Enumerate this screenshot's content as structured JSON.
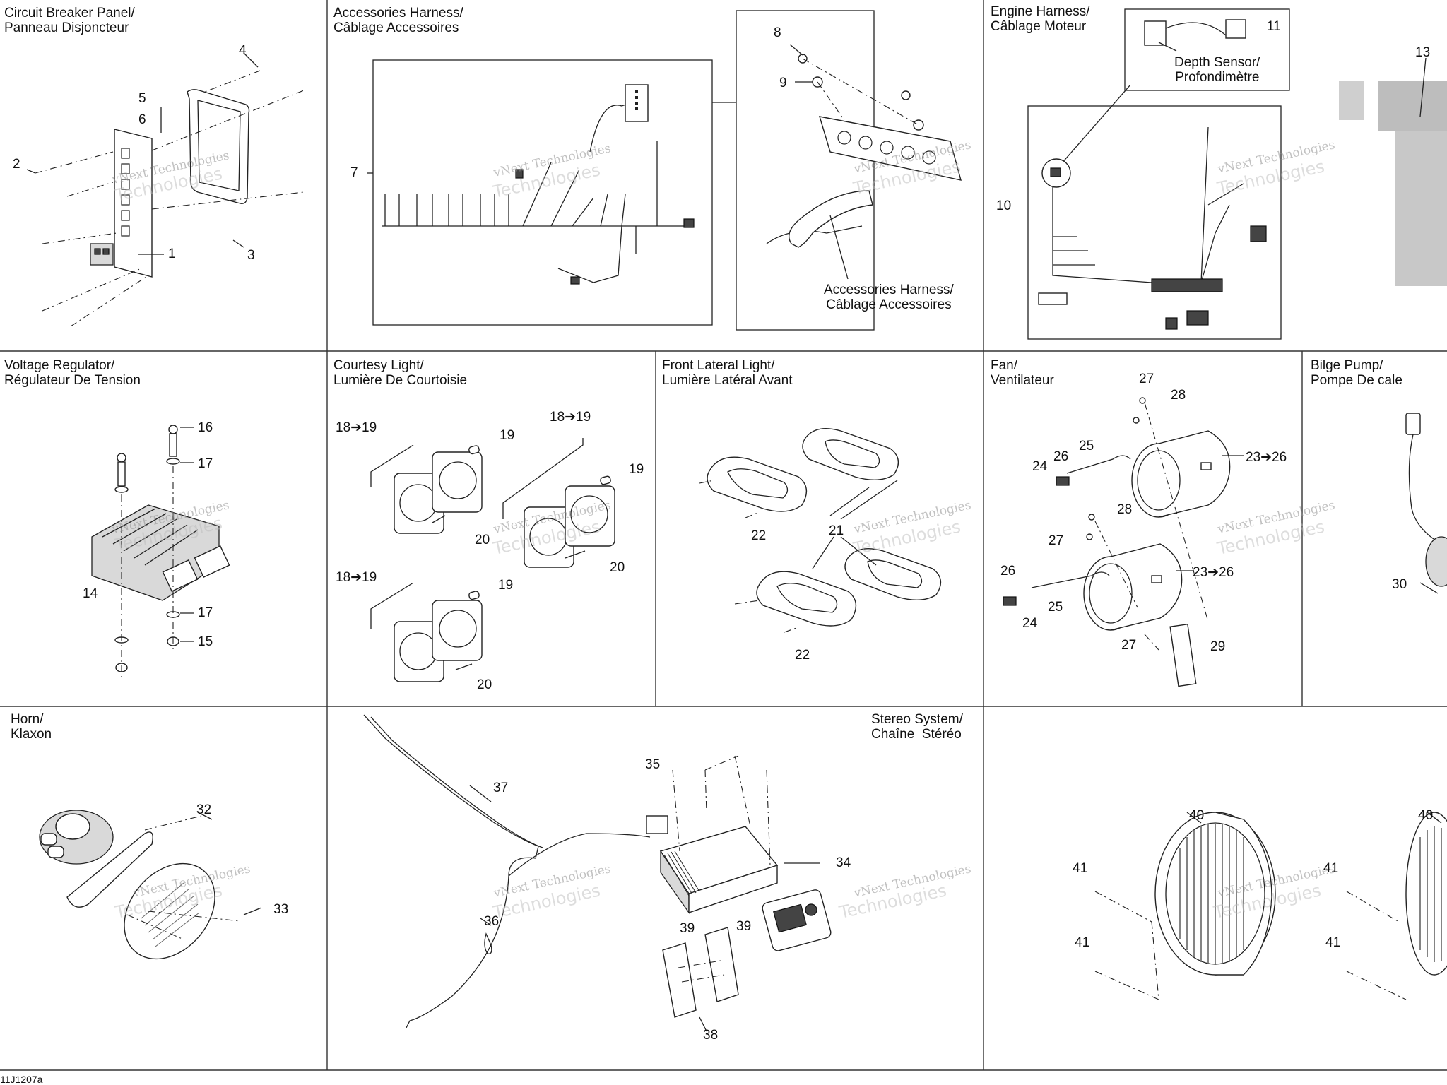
{
  "panels": {
    "circuit_breaker": {
      "title": "Circuit Breaker Panel/\nPanneau Disjoncteur",
      "callouts": [
        "1",
        "2",
        "3",
        "4",
        "5",
        "6"
      ]
    },
    "accessories_harness": {
      "title": "Accessories Harness/\nCâblage Accessoires",
      "callouts": [
        "7",
        "8",
        "9"
      ],
      "detail_label": "Accessories Harness/\nCâblage Accessoires"
    },
    "engine_harness": {
      "title": "Engine Harness/\nCâblage Moteur",
      "callouts": [
        "10",
        "11"
      ],
      "depth_sensor": "Depth Sensor/\nProfondimètre"
    },
    "panel_13": {
      "callouts": [
        "13"
      ]
    },
    "voltage_regulator": {
      "title": "Voltage Regulator/\nRégulateur De Tension",
      "callouts": [
        "14",
        "15",
        "16",
        "17",
        "17"
      ]
    },
    "courtesy_light": {
      "title": "Courtesy Light/\nLumière De Courtoisie",
      "callouts": [
        "18➔19",
        "19",
        "20",
        "18➔19",
        "19",
        "20",
        "18➔19",
        "19",
        "20"
      ]
    },
    "front_lateral_light": {
      "title": "Front Lateral Light/\nLumière Latéral Avant",
      "callouts": [
        "21",
        "22",
        "22"
      ]
    },
    "fan": {
      "title": "Fan/\nVentilateur",
      "callouts": [
        "23➔26",
        "23➔26",
        "24",
        "24",
        "25",
        "25",
        "26",
        "26",
        "27",
        "27",
        "27",
        "28",
        "28",
        "29"
      ]
    },
    "bilge_pump": {
      "title": "Bilge Pump/\nPompe De cale",
      "callouts": [
        "30"
      ]
    },
    "horn": {
      "title": "Horn/\nKlaxon",
      "callouts": [
        "32",
        "33"
      ]
    },
    "stereo_system": {
      "title": "Stereo System/\nChaîne  Stéréo",
      "callouts": [
        "34",
        "35",
        "36",
        "37",
        "38",
        "39",
        "39"
      ]
    },
    "speakers": {
      "callouts": [
        "40",
        "41",
        "41",
        "40",
        "41",
        "41"
      ]
    }
  },
  "watermark": {
    "line1": "vNext Technologies",
    "line2": "Technologies"
  },
  "footer": {
    "code": "11J1207a"
  }
}
